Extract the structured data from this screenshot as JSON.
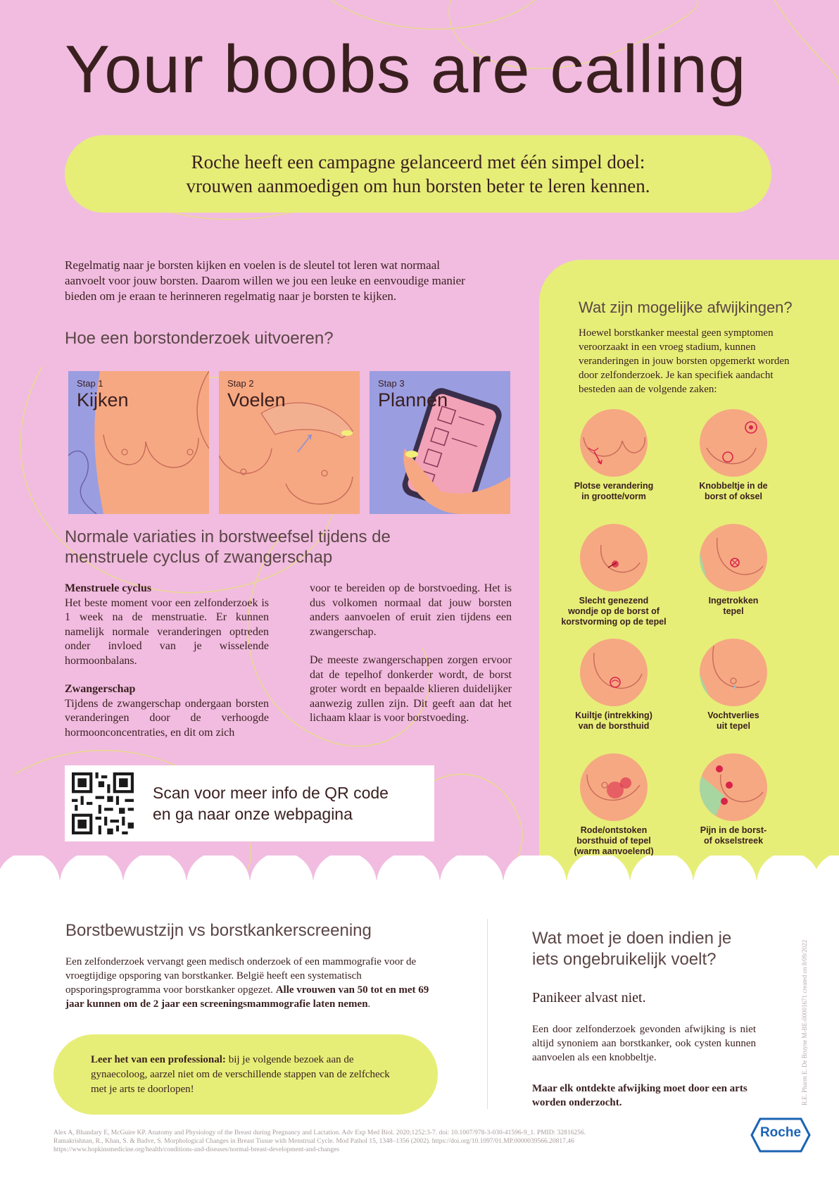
{
  "title": "Your boobs are calling",
  "intro": {
    "line1": "Roche heeft een campagne gelanceerd met één simpel doel:",
    "line2": "vrouwen aanmoedigen om hun borsten beter te leren kennen."
  },
  "paragraph1": {
    "line1": "Regelmatig naar je borsten kijken en voelen is de sleutel tot leren wat normaal",
    "line2": "aanvoelt voor jouw borsten. Daarom willen we jou een leuke en eenvoudige manier",
    "line3": "bieden om je eraan te herinneren regelmatig naar je borsten te kijken."
  },
  "how_heading": "Hoe een borstonderzoek uitvoeren?",
  "steps": [
    {
      "small": "Stap 1",
      "big": "Kijken"
    },
    {
      "small": "Stap 2",
      "big": "Voelen"
    },
    {
      "small": "Stap 3",
      "big": "Plannen"
    }
  ],
  "variations_heading": {
    "line1": "Normale variaties in borstweefsel tijdens de",
    "line2": "menstruele cyclus of zwangerschap"
  },
  "menstrual": {
    "heading": "Menstruele cyclus",
    "text": "Het beste moment voor een zelfonderzoek is 1 week na de menstruatie. Er kunnen namelijk normale veranderingen optreden onder invloed van je wisselende hormoonbalans."
  },
  "pregnancy": {
    "heading": "Zwangerschap",
    "text": "Tijdens de zwangerschap ondergaan borsten veranderingen door de verhoogde hormoonconcentraties, en dit om zich"
  },
  "col2": {
    "p1": "voor te bereiden op de borstvoeding. Het is dus volkomen normaal dat jouw borsten anders aanvoelen of eruit zien tijdens een zwangerschap.",
    "p2": "De meeste zwangerschappen zorgen ervoor dat de tepelhof donkerder wordt, de borst groter wordt en bepaalde klieren duidelijker aanwezig zullen zijn. Dit geeft aan dat het lichaam klaar is voor borstvoeding."
  },
  "qr": {
    "line1": "Scan voor meer info de QR code",
    "line2": "en ga naar onze webpagina"
  },
  "abnormal": {
    "heading": "Wat zijn mogelijke afwijkingen?",
    "text": "Hoewel borstkanker meestal geen symptomen veroorzaakt in een vroeg stadium, kunnen veranderingen in jouw borsten opgemerkt worden door zelfonderzoek. Je kan specifiek aandacht besteden aan de volgende zaken:",
    "items": [
      {
        "l1": "Plotse verandering",
        "l2": "in grootte/vorm",
        "l3": ""
      },
      {
        "l1": "Knobbeltje in de",
        "l2": "borst of oksel",
        "l3": ""
      },
      {
        "l1": "Slecht genezend",
        "l2": "wondje op de borst of",
        "l3": "korstvorming op de tepel"
      },
      {
        "l1": "Ingetrokken",
        "l2": "tepel",
        "l3": ""
      },
      {
        "l1": "Kuiltje (intrekking)",
        "l2": "van de borsthuid",
        "l3": ""
      },
      {
        "l1": "Vochtverlies",
        "l2": "uit tepel",
        "l3": ""
      },
      {
        "l1": "Rode/ontstoken",
        "l2": "borsthuid of tepel",
        "l3": "(warm aanvoelend)"
      },
      {
        "l1": "Pijn in de borst-",
        "l2": "of okselstreek",
        "l3": ""
      }
    ]
  },
  "screening": {
    "heading": "Borstbewustzijn vs borstkankerscreening",
    "text_normal": "Een zelfonderzoek vervangt geen medisch onderzoek of een mammografie voor de vroegtijdige opsporing van borstkanker. België heeft een systematisch opsporingsprogramma voor borstkanker opgezet. ",
    "text_bold": "Alle vrouwen van 50 tot en met 69 jaar kunnen om de 2 jaar een screeningsmammografie laten nemen",
    "text_end": "."
  },
  "learn": {
    "bold": "Leer het van een professional:",
    "text": " bij je volgende bezoek aan de gynaecoloog, aarzel niet om de verschillende stappen van de zelfcheck met je arts te doorlopen!"
  },
  "what_to_do": {
    "heading_line1": "Wat moet je doen indien je",
    "heading_line2": "iets ongebruikelijk voelt?",
    "subheading": "Panikeer alvast niet.",
    "text": "Een door zelfonderzoek gevonden afwijking is niet altijd synoniem aan borstkanker, ook cysten kunnen aanvoelen als een knobbeltje.",
    "bold": "Maar elk ontdekte afwijking moet door een arts worden onderzocht."
  },
  "references": {
    "line1": "Alex A, Bhandary E, McGuire KP. Anatomy and Physiology of the Breast during Pregnancy and Lactation. Adv Exp Med Biol. 2020;1252:3-7. doi: 10.1007/978-3-030-41596-9_1. PMID: 32816256.",
    "line2": "Ramakrishnan, R., Khan, S. & Badve, S. Morphological Changes in Breast Tissue with Menstrual Cycle. Mod Pathol 15, 1348–1356 (2002). https://doi.org/10.1097/01.MP.0000039566.20817.46",
    "line3": "https://www.hopkinsmedicine.org/health/conditions-and-diseases/normal-breast-development-and-changes"
  },
  "side_note": "R.E. Pharm E. De Bruyne M-BE-00001671 created on 8/09/2022",
  "logo_text": "Roche",
  "colors": {
    "pink": "#f1bce0",
    "lime": "#e6ee78",
    "text": "#3a1f1f",
    "skin": "#f6a882",
    "purple": "#9a9de0"
  }
}
